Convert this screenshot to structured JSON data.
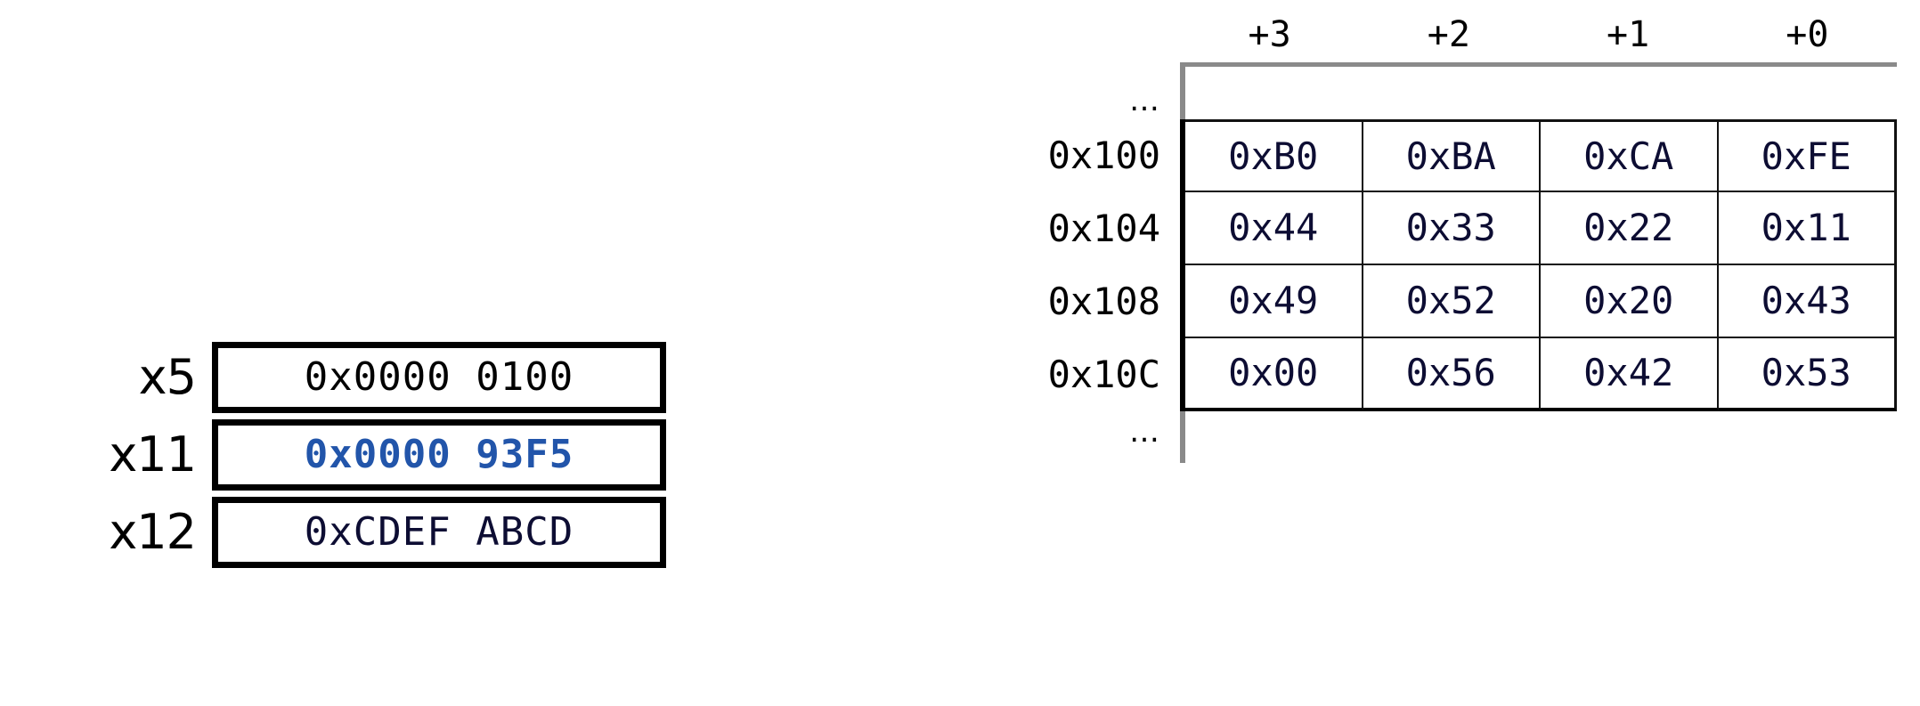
{
  "registers": {
    "rows": [
      {
        "name": "x5",
        "value": "0x0000 0100",
        "style": "plain"
      },
      {
        "name": "x11",
        "value": "0x0000 93F5",
        "style": "accent"
      },
      {
        "name": "x12",
        "value": "0xCDEF ABCD",
        "style": "navy"
      }
    ]
  },
  "memory": {
    "corner_label": "",
    "column_headers": [
      "+3",
      "+2",
      "+1",
      "+0"
    ],
    "ellipsis_top": "…",
    "ellipsis_bottom": "…",
    "rows": [
      {
        "address": "0x100",
        "bytes": [
          "0xB0",
          "0xBA",
          "0xCA",
          "0xFE"
        ]
      },
      {
        "address": "0x104",
        "bytes": [
          "0x44",
          "0x33",
          "0x22",
          "0x11"
        ]
      },
      {
        "address": "0x108",
        "bytes": [
          "0x49",
          "0x52",
          "0x20",
          "0x43"
        ]
      },
      {
        "address": "0x10C",
        "bytes": [
          "0x00",
          "0x56",
          "0x42",
          "0x53"
        ]
      }
    ]
  },
  "colors": {
    "accent_blue": "#2255aa",
    "value_navy": "#0d0d33",
    "black": "#000000",
    "gray_rule": "#8a8a8a",
    "background": "#ffffff"
  }
}
